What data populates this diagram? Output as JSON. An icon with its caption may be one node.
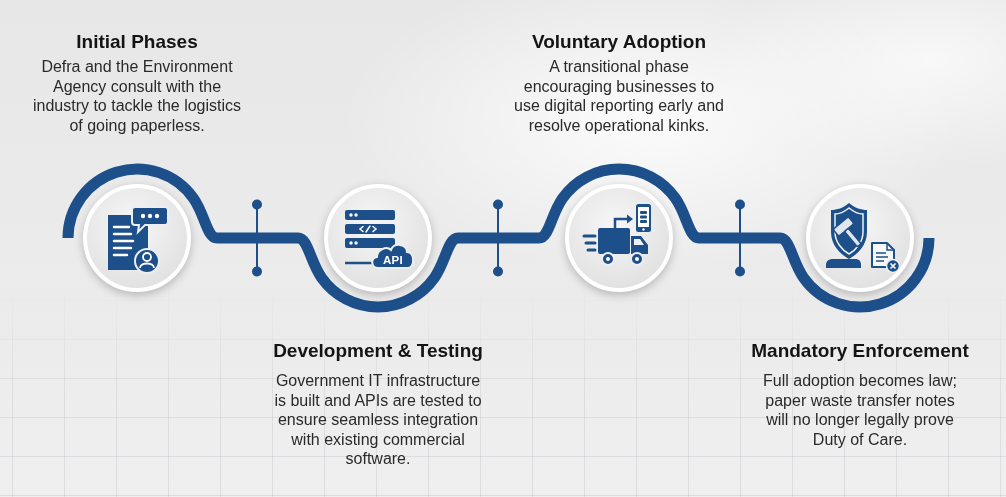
{
  "diagram": {
    "nodes": [
      {
        "text": [],
        "shape": "circle",
        "beside": [
          "Initial Phases",
          "Defra and the Environment Agency consult with the industry to tackle the logistics of going paperless."
        ]
      },
      {
        "text": [],
        "shape": "circle",
        "beside": [
          "Development & Testing",
          "Government IT infrastructure is built and APIs are tested to ensure seamless integration with existing commercial software."
        ]
      },
      {
        "text": [],
        "shape": "circle",
        "beside": [
          "Voluntary Adoption",
          "A transitional phase encouraging businesses to use digital reporting early and resolve operational kinks."
        ]
      },
      {
        "text": [],
        "shape": "circle",
        "beside": [
          "Mandatory Enforcement",
          "Full adoption becomes law; paper waste transfer notes will no longer legally prove Duty of Care."
        ]
      }
    ],
    "edges": [
      {
        "from": 0,
        "to": 1,
        "arrow": "none"
      },
      {
        "from": 1,
        "to": 2,
        "arrow": "none"
      },
      {
        "from": 2,
        "to": 3,
        "arrow": "none"
      }
    ],
    "labels": [
      "API"
    ]
  }
}
